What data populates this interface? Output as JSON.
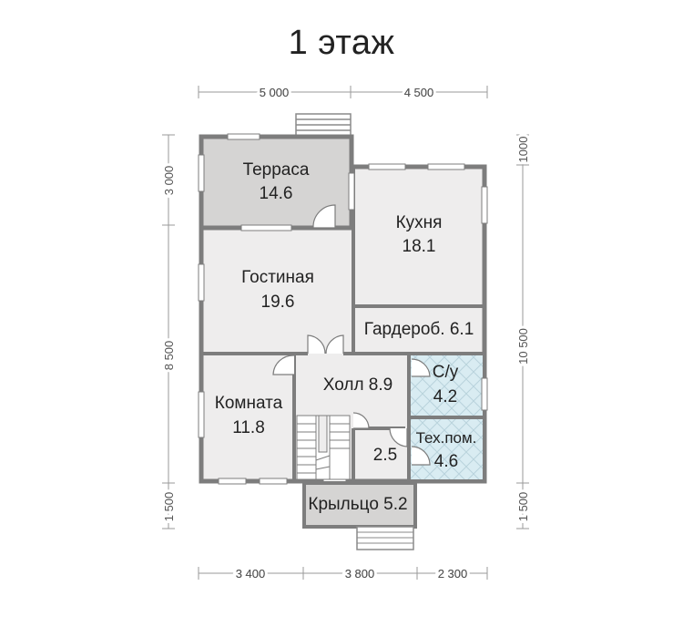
{
  "title": "1 этаж",
  "dimensions": {
    "top": [
      "5 000",
      "4 500"
    ],
    "bottom": [
      "3 400",
      "3 800",
      "2 300"
    ],
    "left": [
      "3 000",
      "8 500",
      "1 500"
    ],
    "right": [
      "1000",
      "10 500",
      "1 500"
    ]
  },
  "rooms": [
    {
      "name": "Терраса",
      "area": "14.6"
    },
    {
      "name": "Кухня",
      "area": "18.1"
    },
    {
      "name": "Гостиная",
      "area": "19.6"
    },
    {
      "name": "Гардероб. 6.1"
    },
    {
      "name": "Холл 8.9"
    },
    {
      "name": "С/у",
      "area": "4.2"
    },
    {
      "name": "Комната",
      "area": "11.8"
    },
    {
      "name": "Тех.пом.",
      "area": "4.6"
    },
    {
      "name": "2.5"
    },
    {
      "name": "Крыльцо 5.2"
    }
  ],
  "colors": {
    "wall": "#7d7d7d",
    "room_fill": "#eeeded",
    "terrace_fill": "#d5d4d3",
    "wet_room_fill": "#d9ecf2",
    "dimension_line": "#9a9a9a"
  }
}
